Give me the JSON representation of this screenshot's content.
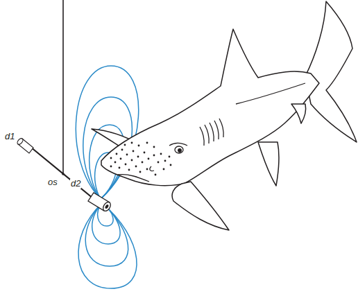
{
  "diagram": {
    "labels": [
      "d1",
      "os",
      "d2"
    ]
  }
}
